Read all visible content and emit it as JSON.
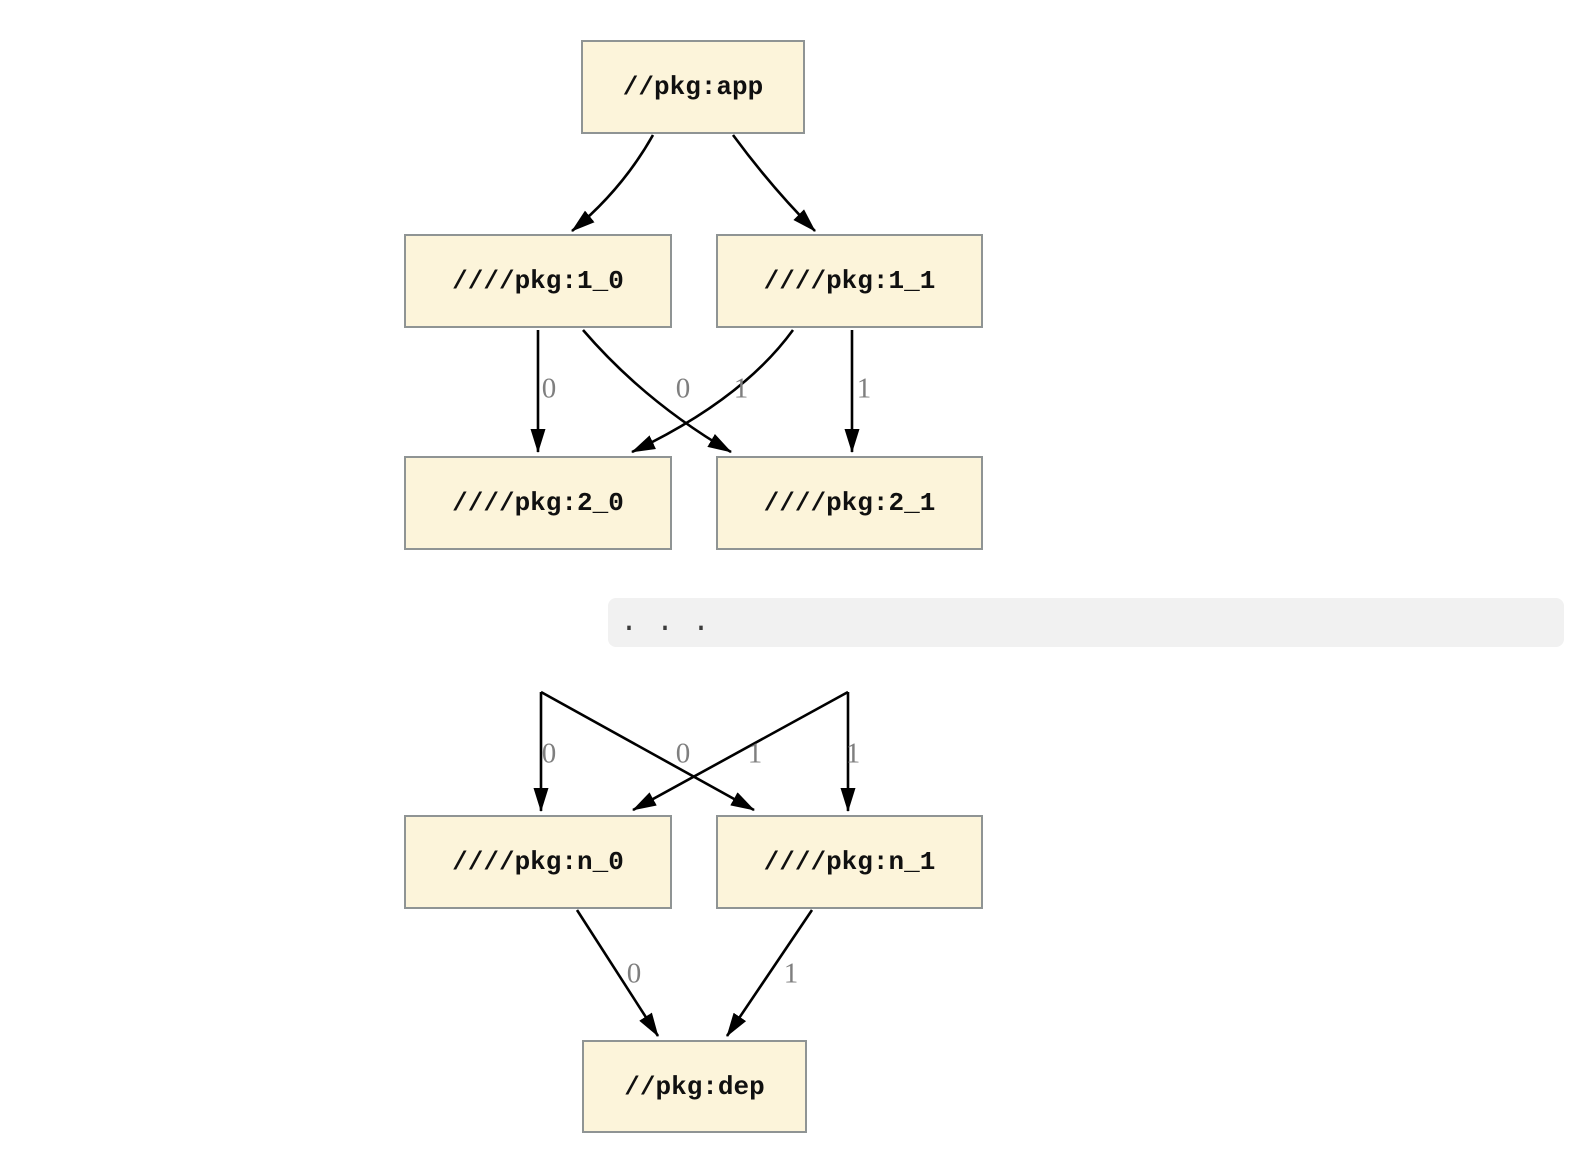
{
  "diagram": {
    "type": "dependency-graph",
    "ellipsis": ". . .",
    "colors": {
      "node_fill": "#FCF4DA",
      "node_border": "#8F9494",
      "edge": "#000000",
      "edge_label": "#7F7F7F",
      "ellipsis_bar_bg": "#F1F1F1"
    },
    "nodes": {
      "app": {
        "label": "//pkg:app"
      },
      "v1_0": {
        "label": "////pkg:1_0"
      },
      "v1_1": {
        "label": "////pkg:1_1"
      },
      "v2_0": {
        "label": "////pkg:2_0"
      },
      "v2_1": {
        "label": "////pkg:2_1"
      },
      "vn_0": {
        "label": "////pkg:n_0"
      },
      "vn_1": {
        "label": "////pkg:n_1"
      },
      "dep": {
        "label": "//pkg:dep"
      }
    },
    "edges": [
      {
        "from": "//pkg:app",
        "to": "////pkg:1_0",
        "label": ""
      },
      {
        "from": "//pkg:app",
        "to": "////pkg:1_1",
        "label": ""
      },
      {
        "from": "////pkg:1_0",
        "to": "////pkg:2_0",
        "label": "0"
      },
      {
        "from": "////pkg:1_0",
        "to": "////pkg:2_1",
        "label": "0"
      },
      {
        "from": "////pkg:1_1",
        "to": "////pkg:2_0",
        "label": "1"
      },
      {
        "from": "////pkg:1_1",
        "to": "////pkg:2_1",
        "label": "1"
      },
      {
        "from": "…",
        "to": "////pkg:n_0",
        "label": "0"
      },
      {
        "from": "…",
        "to": "////pkg:n_1",
        "label": "0"
      },
      {
        "from": "…",
        "to": "////pkg:n_0",
        "label": "1"
      },
      {
        "from": "…",
        "to": "////pkg:n_1",
        "label": "1"
      },
      {
        "from": "////pkg:n_0",
        "to": "//pkg:dep",
        "label": "0"
      },
      {
        "from": "////pkg:n_1",
        "to": "//pkg:dep",
        "label": "1"
      }
    ]
  }
}
